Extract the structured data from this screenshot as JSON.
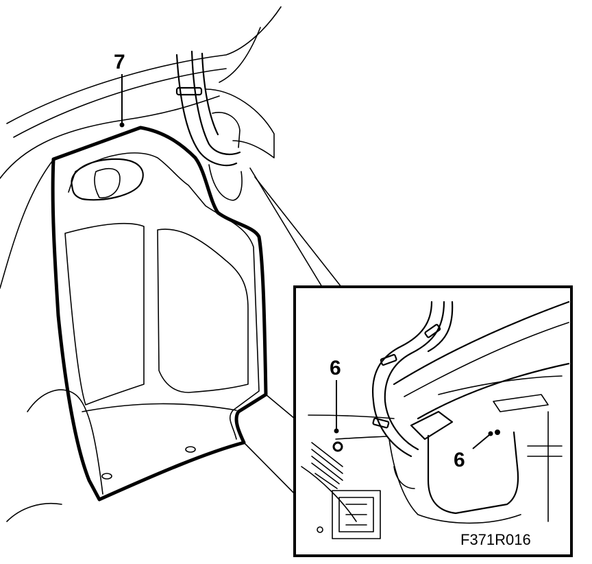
{
  "figure": {
    "callouts": {
      "main_part": "7",
      "inset_left_part": "6",
      "inset_right_part": "6"
    },
    "figure_code": "F371R016"
  }
}
